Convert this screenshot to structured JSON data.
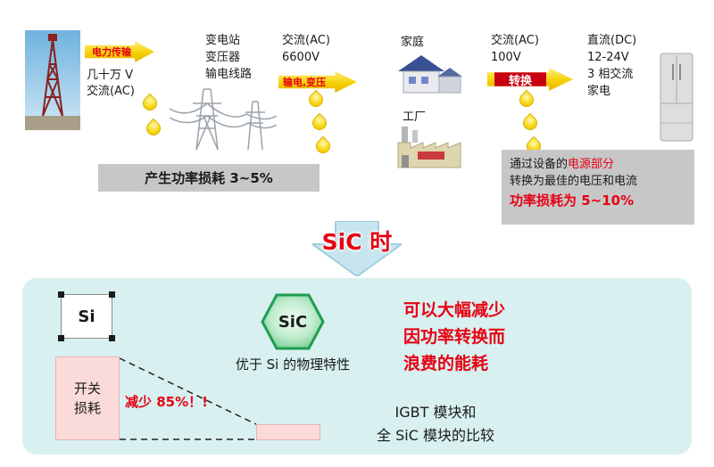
{
  "colors": {
    "accent_red": "#e60012",
    "arrow_yellow": "#f6d106",
    "note_gray": "#c7c7c7",
    "panel_cyan": "#d8f0f0",
    "loss_pink": "#fbdada",
    "hexagon_green": "#1f9e50",
    "transition_blue": "#c8e5ef",
    "convert_red": "#c80011"
  },
  "flow": {
    "source": {
      "arrow_label": "电力传输",
      "voltage_line1": "几十万 V",
      "voltage_line2": "交流(AC)"
    },
    "station": {
      "line1": "变电站",
      "line2": "变压器",
      "line3": "输电线路"
    },
    "grid": {
      "line1": "交流(AC)",
      "line2": "6600V",
      "arrow_label": "输电,变压"
    },
    "consumers": {
      "home": "家庭",
      "factory": "工厂"
    },
    "outlet": {
      "line1": "交流(AC)",
      "line2": "100V",
      "arrow_label": "转换"
    },
    "appliance": {
      "line1": "直流(DC)",
      "line2": "12-24V",
      "line3": "3 相交流",
      "line4": "家电"
    },
    "loss_note": "产生功率损耗 3~5%",
    "device_note": {
      "line1_prefix": "通过设备的",
      "line1_highlight": "电源部分",
      "line2": "转换为最佳的电压和电流",
      "line3": "功率损耗为 5~10%"
    }
  },
  "transition": {
    "label": "SiC 时"
  },
  "comparison": {
    "si_label": "Si",
    "sic_label": "SiC",
    "sic_caption": "优于 Si 的物理特性",
    "benefit": {
      "line1": "可以大幅减少",
      "line2": "因功率转换而",
      "line3": "浪费的能耗"
    },
    "switching_loss": {
      "line1": "开关",
      "line2": "损耗"
    },
    "reduction_label": "减少 85%！!",
    "compare_caption": {
      "line1": "IGBT 模块和",
      "line2": "全 SiC 模块的比较"
    }
  }
}
